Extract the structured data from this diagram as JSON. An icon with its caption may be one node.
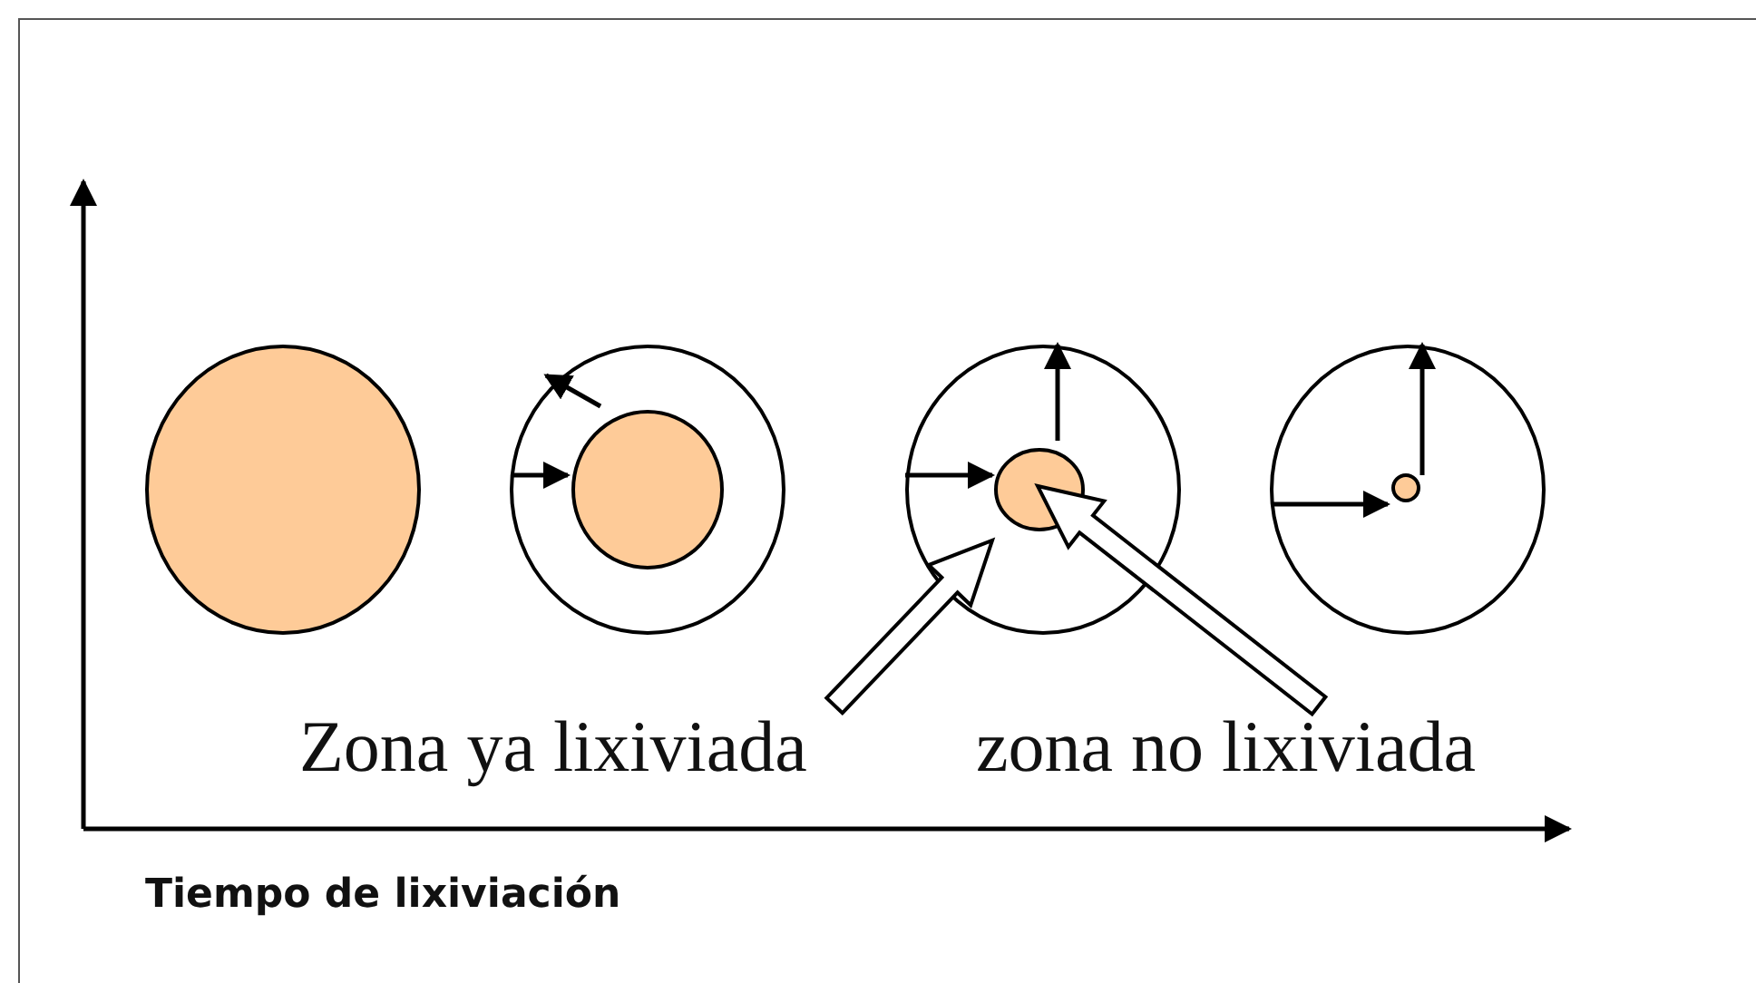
{
  "diagram": {
    "nodes": [
      {
        "text": [],
        "shape": "circle"
      },
      {
        "text": [],
        "shape": "circle"
      },
      {
        "text": [],
        "shape": "circle",
        "in": 1
      },
      {
        "text": [],
        "shape": "circle"
      },
      {
        "text": [],
        "shape": "circle",
        "in": 3
      },
      {
        "text": [],
        "shape": "circle"
      },
      {
        "text": [],
        "shape": "circle",
        "in": 5
      },
      {
        "text": [
          "Zona ya lixiviada"
        ]
      },
      {
        "text": [
          "zona no lixiviada"
        ]
      }
    ],
    "edges": [
      {
        "from": 7,
        "to": 3,
        "arrow": "to",
        "style": "thick"
      },
      {
        "from": 8,
        "to": 4,
        "arrow": "to",
        "style": "thick"
      },
      {
        "from": 1,
        "to": 2,
        "arrow": "to"
      },
      {
        "from": 3,
        "to": 4,
        "arrow": "to"
      },
      {
        "from": 4,
        "to": 3,
        "arrow": "to"
      },
      {
        "from": 5,
        "to": 6,
        "arrow": "to"
      },
      {
        "from": 6,
        "to": 5,
        "arrow": "to"
      }
    ],
    "labels": [
      "Tiempo de lixiviación"
    ]
  }
}
